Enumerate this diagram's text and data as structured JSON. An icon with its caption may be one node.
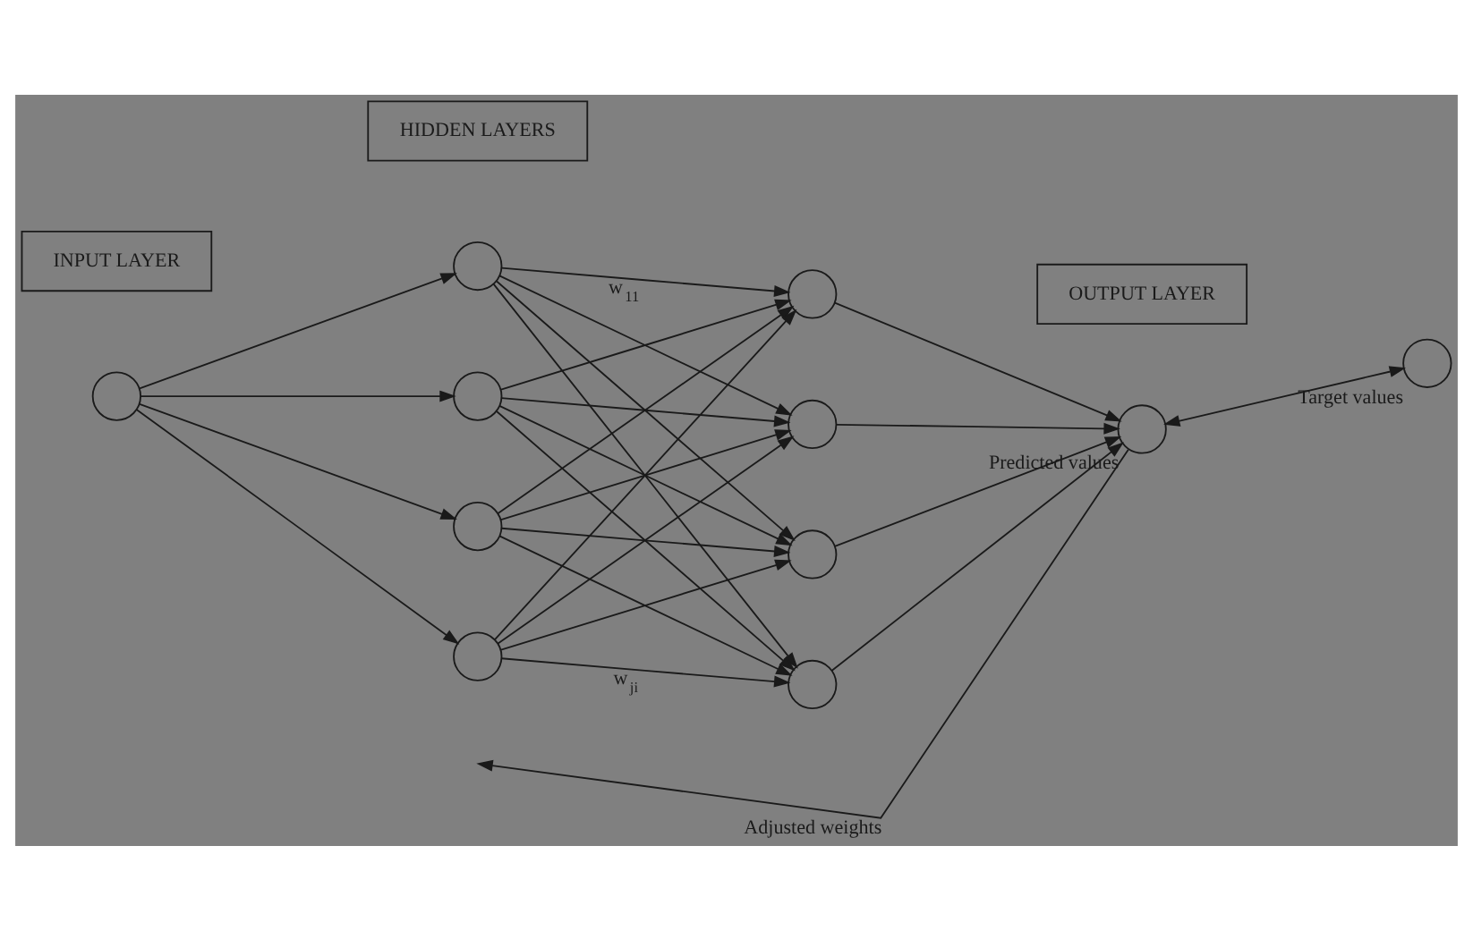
{
  "diagram": {
    "nodes": [
      {
        "text": [
          "INPUT LAYER"
        ]
      },
      {
        "text": [
          "HIDDEN LAYERS"
        ]
      },
      {
        "text": [
          "OUTPUT LAYER"
        ]
      },
      {
        "text": [],
        "shape": "circle"
      },
      {
        "text": [],
        "shape": "circle"
      },
      {
        "text": [],
        "shape": "circle"
      },
      {
        "text": [],
        "shape": "circle"
      },
      {
        "text": [],
        "shape": "circle"
      },
      {
        "text": [],
        "shape": "circle"
      },
      {
        "text": [],
        "shape": "circle"
      },
      {
        "text": [],
        "shape": "circle"
      },
      {
        "text": [],
        "shape": "circle"
      },
      {
        "text": [],
        "shape": "circle",
        "beside": [
          "Predicted values"
        ]
      },
      {
        "text": [],
        "shape": "circle",
        "beside": [
          "Target values"
        ]
      }
    ],
    "edges": [
      {
        "from": 3,
        "to": 4,
        "arrow": "to"
      },
      {
        "from": 3,
        "to": 5,
        "arrow": "to"
      },
      {
        "from": 3,
        "to": 6,
        "arrow": "to"
      },
      {
        "from": 3,
        "to": 7,
        "arrow": "to"
      },
      {
        "from": 4,
        "to": 8,
        "arrow": "to",
        "label": "w$_{11}$"
      },
      {
        "from": 4,
        "to": 9,
        "arrow": "to"
      },
      {
        "from": 4,
        "to": 10,
        "arrow": "to"
      },
      {
        "from": 4,
        "to": 11,
        "arrow": "to"
      },
      {
        "from": 5,
        "to": 8,
        "arrow": "to"
      },
      {
        "from": 5,
        "to": 9,
        "arrow": "to"
      },
      {
        "from": 5,
        "to": 10,
        "arrow": "to"
      },
      {
        "from": 5,
        "to": 11,
        "arrow": "to"
      },
      {
        "from": 6,
        "to": 8,
        "arrow": "to"
      },
      {
        "from": 6,
        "to": 9,
        "arrow": "to"
      },
      {
        "from": 6,
        "to": 10,
        "arrow": "to"
      },
      {
        "from": 6,
        "to": 11,
        "arrow": "to"
      },
      {
        "from": 7,
        "to": 8,
        "arrow": "to"
      },
      {
        "from": 7,
        "to": 9,
        "arrow": "to"
      },
      {
        "from": 7,
        "to": 10,
        "arrow": "to"
      },
      {
        "from": 7,
        "to": 11,
        "arrow": "to",
        "label": "w$_{ji}$"
      },
      {
        "from": 8,
        "to": 12,
        "arrow": "to"
      },
      {
        "from": 9,
        "to": 12,
        "arrow": "to"
      },
      {
        "from": 10,
        "to": 12,
        "arrow": "to"
      },
      {
        "from": 11,
        "to": 12,
        "arrow": "to"
      },
      {
        "from": 12,
        "to": 13,
        "arrow": "both"
      },
      {
        "from": 12,
        "to": null,
        "arrow": "to",
        "label": "Adjusted weights"
      }
    ]
  }
}
